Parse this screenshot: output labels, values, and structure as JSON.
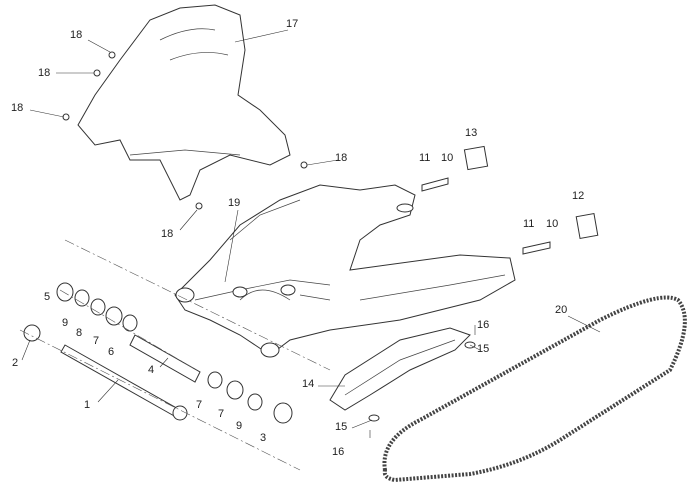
{
  "diagram": {
    "title": "Swingarm exploded parts view",
    "callouts": [
      {
        "id": "c18a",
        "text": "18"
      },
      {
        "id": "c18b",
        "text": "18"
      },
      {
        "id": "c18c",
        "text": "18"
      },
      {
        "id": "c17",
        "text": "17"
      },
      {
        "id": "c18d",
        "text": "18"
      },
      {
        "id": "c18e",
        "text": "18"
      },
      {
        "id": "c13",
        "text": "13"
      },
      {
        "id": "c11a",
        "text": "11"
      },
      {
        "id": "c10a",
        "text": "10"
      },
      {
        "id": "c12",
        "text": "12"
      },
      {
        "id": "c11b",
        "text": "11"
      },
      {
        "id": "c10b",
        "text": "10"
      },
      {
        "id": "c19",
        "text": "19"
      },
      {
        "id": "c20",
        "text": "20"
      },
      {
        "id": "c5",
        "text": "5"
      },
      {
        "id": "c9a",
        "text": "9"
      },
      {
        "id": "c8",
        "text": "8"
      },
      {
        "id": "c7a",
        "text": "7"
      },
      {
        "id": "c6",
        "text": "6"
      },
      {
        "id": "c2",
        "text": "2"
      },
      {
        "id": "c4",
        "text": "4"
      },
      {
        "id": "c1",
        "text": "1"
      },
      {
        "id": "c7b",
        "text": "7"
      },
      {
        "id": "c7c",
        "text": "7"
      },
      {
        "id": "c9b",
        "text": "9"
      },
      {
        "id": "c3",
        "text": "3"
      },
      {
        "id": "c14",
        "text": "14"
      },
      {
        "id": "c16a",
        "text": "16"
      },
      {
        "id": "c15a",
        "text": "15"
      },
      {
        "id": "c15b",
        "text": "15"
      },
      {
        "id": "c16b",
        "text": "16"
      }
    ]
  }
}
